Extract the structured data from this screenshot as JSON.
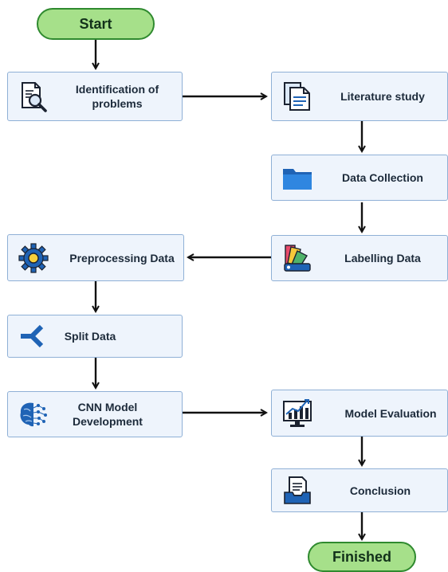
{
  "flowchart": {
    "start": "Start",
    "finish": "Finished",
    "steps": {
      "identification": "Identification of problems",
      "literature": "Literature study",
      "collection": "Data Collection",
      "labelling": "Labelling Data",
      "preprocessing": "Preprocessing Data",
      "split": "Split Data",
      "cnn": "CNN Model Development",
      "evaluation": "Model Evaluation",
      "conclusion": "Conclusion"
    },
    "icons": {
      "identification": "document-search-icon",
      "literature": "documents-icon",
      "collection": "folder-icon",
      "labelling": "color-swatch-icon",
      "preprocessing": "gear-icon",
      "split": "split-icon",
      "cnn": "brain-network-icon",
      "evaluation": "chart-monitor-icon",
      "conclusion": "document-tray-icon"
    },
    "colors": {
      "node_fill": "#eef4fc",
      "node_border": "#8fb0d6",
      "terminal_fill": "#a6e08a",
      "terminal_border": "#2f8a2f",
      "icon_blue": "#1f63b5"
    }
  }
}
